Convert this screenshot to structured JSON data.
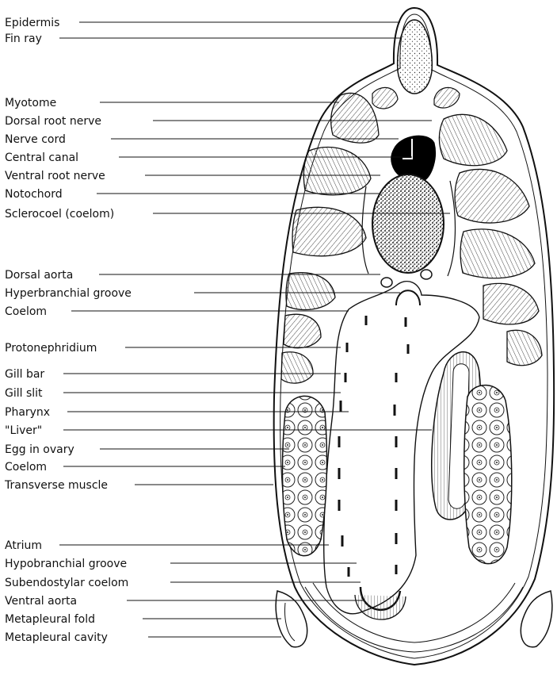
{
  "labels": {
    "epidermis": "Epidermis",
    "fin_ray": "Fin ray",
    "myotome": "Myotome",
    "dorsal_root_nerve": "Dorsal root nerve",
    "nerve_cord": "Nerve cord",
    "central_canal": "Central canal",
    "ventral_root_nerve": "Ventral root nerve",
    "notochord": "Notochord",
    "sclerocoel": "Sclerocoel (coelom)",
    "dorsal_aorta": "Dorsal aorta",
    "hyperbranchial_groove": "Hyperbranchial groove",
    "coelom_upper": "Coelom",
    "protonephridium": "Protonephridium",
    "gill_bar": "Gill bar",
    "gill_slit": "Gill slit",
    "pharynx": "Pharynx",
    "liver": "\"Liver\"",
    "egg_in_ovary": "Egg in ovary",
    "coelom_lower": "Coelom",
    "transverse_muscle": "Transverse muscle",
    "atrium": "Atrium",
    "hypobranchial_groove": "Hypobranchial groove",
    "subendostylar_coelom": "Subendostylar coelom",
    "ventral_aorta": "Ventral aorta",
    "metapleural_fold": "Metapleural fold",
    "metapleural_cavity": "Metapleural cavity"
  }
}
